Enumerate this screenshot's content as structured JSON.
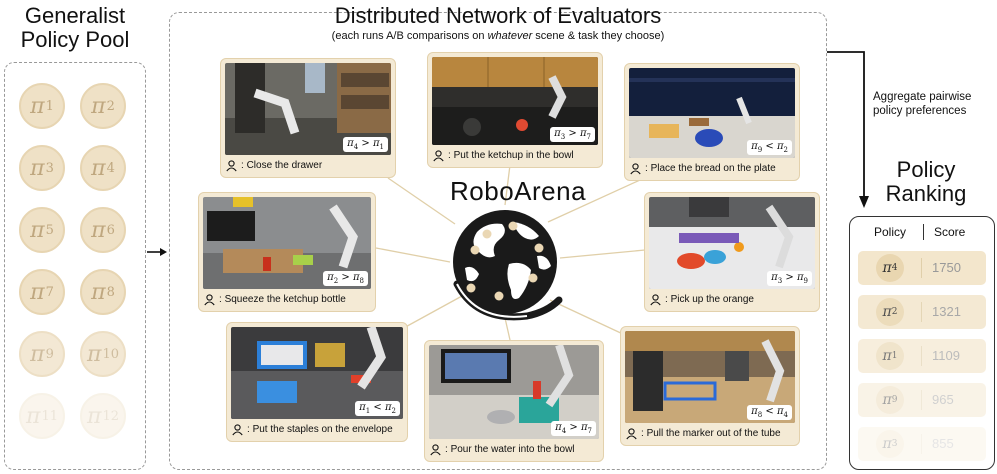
{
  "pool": {
    "title_line1": "Generalist",
    "title_line2": "Policy Pool",
    "policies": [
      {
        "sym": "π",
        "sub": "1"
      },
      {
        "sym": "π",
        "sub": "2"
      },
      {
        "sym": "π",
        "sub": "3"
      },
      {
        "sym": "π",
        "sub": "4"
      },
      {
        "sym": "π",
        "sub": "5"
      },
      {
        "sym": "π",
        "sub": "6"
      },
      {
        "sym": "π",
        "sub": "7"
      },
      {
        "sym": "π",
        "sub": "8"
      },
      {
        "sym": "π",
        "sub": "9"
      },
      {
        "sym": "π",
        "sub": "10"
      },
      {
        "sym": "π",
        "sub": "11"
      },
      {
        "sym": "π",
        "sub": "12"
      }
    ]
  },
  "network": {
    "title": "Distributed Network of Evaluators",
    "subtitle_pre": "(each runs A/B comparisons on ",
    "subtitle_em": "whatever",
    "subtitle_post": " scene & task they choose)",
    "hub_label": "RoboArena",
    "globe_icon": "globe-icon",
    "user_icon": "user-icon"
  },
  "evaluators": [
    {
      "task": "Close the drawer",
      "a": "4",
      "op": ">",
      "b": "1"
    },
    {
      "task": "Put the ketchup in the bowl",
      "a": "3",
      "op": ">",
      "b": "7"
    },
    {
      "task": "Place the bread on the plate",
      "a": "9",
      "op": "<",
      "b": "2"
    },
    {
      "task": "Squeeze the ketchup bottle",
      "a": "2",
      "op": ">",
      "b": "8"
    },
    {
      "task": "Pick up the orange",
      "a": "3",
      "op": ">",
      "b": "9"
    },
    {
      "task": "Put the staples on the envelope",
      "a": "1",
      "op": "<",
      "b": "2"
    },
    {
      "task": "Pour the water into the bowl",
      "a": "4",
      "op": ">",
      "b": "7"
    },
    {
      "task": "Pull the marker out of the tube",
      "a": "8",
      "op": "<",
      "b": "4"
    }
  ],
  "aggregate": {
    "line1": "Aggregate pairwise",
    "line2": "policy preferences"
  },
  "ranking": {
    "title_line1": "Policy",
    "title_line2": "Ranking",
    "col_policy": "Policy",
    "col_score": "Score",
    "rows": [
      {
        "sym": "π",
        "sub": "4",
        "score": "1750"
      },
      {
        "sym": "π",
        "sub": "2",
        "score": "1321"
      },
      {
        "sym": "π",
        "sub": "1",
        "score": "1109"
      },
      {
        "sym": "π",
        "sub": "9",
        "score": "965"
      },
      {
        "sym": "π",
        "sub": "3",
        "score": "855"
      }
    ]
  }
}
